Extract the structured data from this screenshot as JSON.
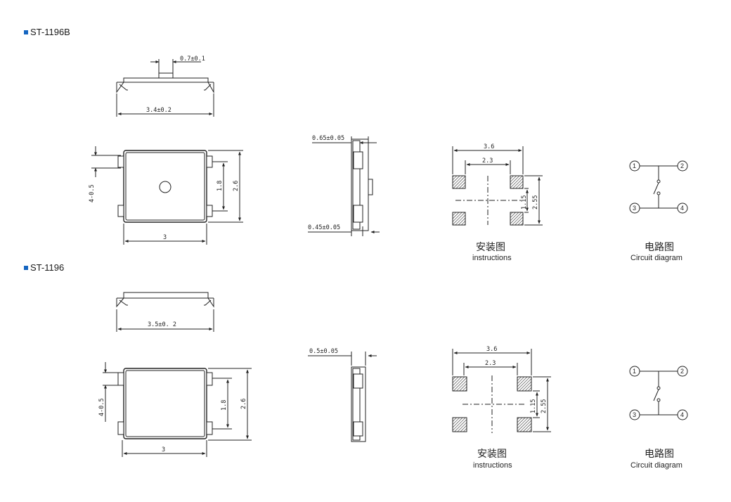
{
  "sections": [
    {
      "title": "ST-1196B",
      "side_view": {
        "width_label": "3.4±0.2",
        "actuator_label": "0.7±0.1"
      },
      "top_view": {
        "label_3": "3",
        "label_26": "2.6",
        "label_18": "1.8",
        "label_405": "4-0.5"
      },
      "profile_view": {
        "top_label": "0.65±0.05",
        "bottom_label": "0.45±0.05"
      },
      "pads": {
        "label_36": "3.6",
        "label_23": "2.3",
        "label_115": "1.15",
        "label_255": "2.55",
        "caption_cn": "安装图",
        "caption_en": "instructions"
      },
      "circuit": {
        "pins": [
          "1",
          "2",
          "3",
          "4"
        ],
        "caption_cn": "电路图",
        "caption_en": "Circuit diagram"
      }
    },
    {
      "title": "ST-1196",
      "side_view": {
        "width_label": "3.5±0. 2"
      },
      "top_view": {
        "label_3": "3",
        "label_26": "2.6",
        "label_18": "1.8",
        "label_405": "4-0.5"
      },
      "profile_view": {
        "top_label": "0.5±0.05"
      },
      "pads": {
        "label_36": "3.6",
        "label_23": "2.3",
        "label_115": "1.15",
        "label_255": "2.55",
        "caption_cn": "安装图",
        "caption_en": "instructions"
      },
      "circuit": {
        "pins": [
          "1",
          "2",
          "3",
          "4"
        ],
        "caption_cn": "电路图",
        "caption_en": "Circuit diagram"
      }
    }
  ]
}
